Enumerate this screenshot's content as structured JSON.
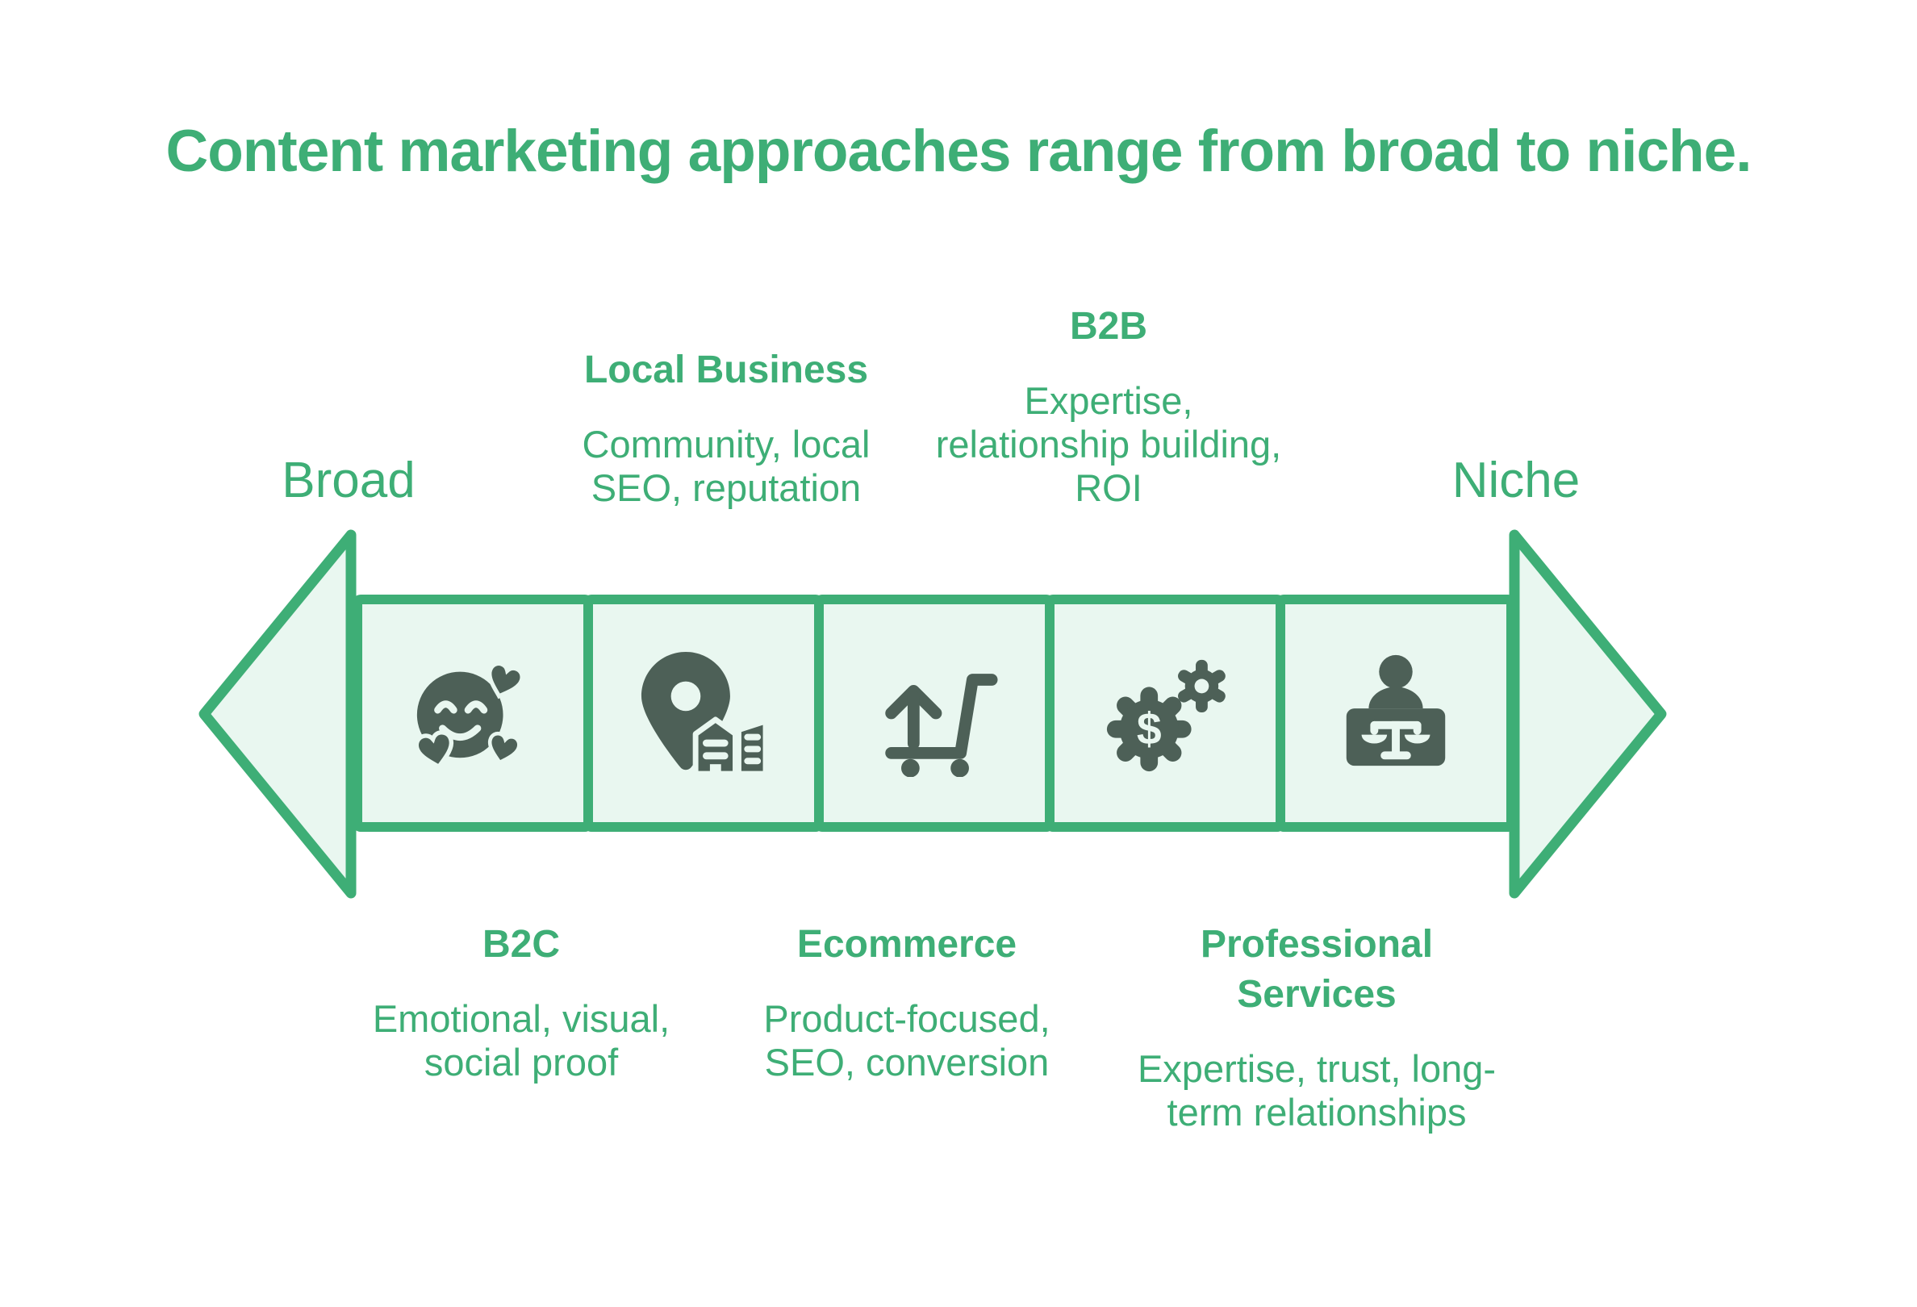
{
  "title": "Content marketing approaches range from broad to niche.",
  "axis": {
    "left_label": "Broad",
    "right_label": "Niche"
  },
  "colors": {
    "accent_green": "#3EAE76",
    "light_green_fill": "#E9F7F0",
    "icon_dark_green": "#4D6057",
    "background": "#FFFFFF"
  },
  "icons": {
    "gear_dollar_symbol": "$"
  },
  "segments": [
    {
      "id": "b2c",
      "heading": "B2C",
      "description": "Emotional, visual, social proof",
      "lines": [
        "Emotional, visual,",
        "social proof"
      ],
      "icon": "smiling-face-hearts-icon",
      "label_position": "below"
    },
    {
      "id": "local-business",
      "heading": "Local Business",
      "description": "Community, local SEO, reputation",
      "lines": [
        "Community, local",
        "SEO, reputation"
      ],
      "icon": "location-pin-buildings-icon",
      "label_position": "above"
    },
    {
      "id": "ecommerce",
      "heading": "Ecommerce",
      "description": "Product-focused, SEO, conversion",
      "lines": [
        "Product-focused,",
        "SEO, conversion"
      ],
      "icon": "cart-arrow-up-icon",
      "label_position": "below"
    },
    {
      "id": "b2b",
      "heading": "B2B",
      "description": "Expertise, relationship building, ROI",
      "lines": [
        "Expertise,",
        "relationship building,",
        "ROI"
      ],
      "icon": "dollar-gears-icon",
      "label_position": "above"
    },
    {
      "id": "professional-services",
      "heading": "Professional Services",
      "heading_lines": [
        "Professional",
        "Services"
      ],
      "description": "Expertise, trust, long-term relationships",
      "lines": [
        "Expertise, trust, long-",
        "term relationships"
      ],
      "icon": "person-desk-scales-icon",
      "label_position": "below"
    }
  ]
}
